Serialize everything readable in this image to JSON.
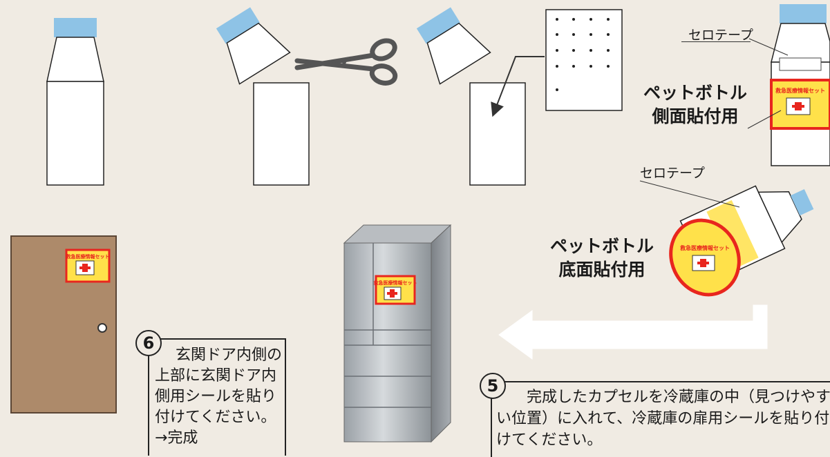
{
  "labels": {
    "tape_top": "セロテープ",
    "tape_bottom": "セロテープ",
    "side_line1": "ペットボトル",
    "side_line2": "側面貼付用",
    "bottom_line1": "ペットボトル",
    "bottom_line2": "底面貼付用"
  },
  "sticker": {
    "title": "救急医療情報セット"
  },
  "step6": {
    "number": "6",
    "text": "玄関ドア内側の上部に玄関ドア内側用シールを貼り付けてください。→完成"
  },
  "step5": {
    "number": "5",
    "text": "完成したカプセルを冷蔵庫の中（見つけやすい位置）に入れて、冷蔵庫の扉用シールを貼り付けてください。"
  },
  "colors": {
    "background": "#f0ebe3",
    "cap": "#8ec3e6",
    "door": "#ad8a6a",
    "sticker_yellow": "#ffe14a",
    "sticker_red": "#e8261e"
  }
}
